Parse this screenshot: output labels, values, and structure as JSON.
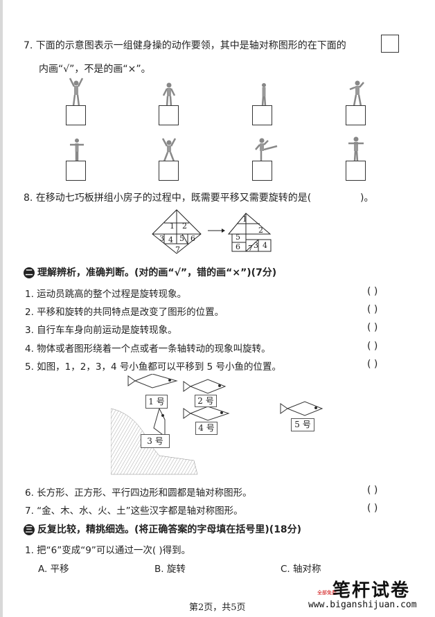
{
  "q7": {
    "line1": "7. 下面的示意图表示一组健身操的动作要领，其中是轴对称图形的在下面的",
    "line2": "内画“√”，不是的画“×”。"
  },
  "q8": {
    "text": "8. 在移动七巧板拼组小房子的过程中，既需要平移又需要旋转的是(",
    "close": ")。",
    "left_pieces": [
      "1",
      "2",
      "3",
      "4",
      "5",
      "6",
      "7"
    ],
    "right_pieces": [
      "1",
      "2",
      "5",
      "6",
      "7",
      "3",
      "4"
    ]
  },
  "section2": {
    "number": "二",
    "title": "理解辨析，准确判断。(对的画“√”，错的画“×”)(7分)",
    "items": [
      "1. 运动员跳高的整个过程是旋转现象。",
      "2. 平移和旋转的共同特点是改变了图形的位置。",
      "3. 自行车车身向前运动是旋转现象。",
      "4. 物体或者图形绕着一个点或者一条轴转动的现象叫旋转。",
      "5. 如图，1，2，3，4 号小鱼都可以平移到 5 号小鱼的位置。",
      "6. 长方形、正方形、平行四边形和圆都是轴对称图形。",
      "7. “金、木、水、火、土”这些汉字都是轴对称图形。"
    ],
    "paren": "(        )",
    "fish_labels": [
      "1 号",
      "2 号",
      "3 号",
      "4 号",
      "5 号"
    ]
  },
  "section3": {
    "number": "三",
    "title": "反复比较，精挑细选。(将正确答案的字母填在括号里)(18分)",
    "q1": "1. 把“6”变成“9”可以通过一次(        )得到。",
    "options": [
      "A. 平移",
      "B. 旋转",
      "C. 轴对称"
    ]
  },
  "footer": {
    "page": "第2页，共5页"
  },
  "watermark": {
    "title": "笔杆试卷",
    "url": "www.biganshijuan.com",
    "badge": "全部免费"
  }
}
